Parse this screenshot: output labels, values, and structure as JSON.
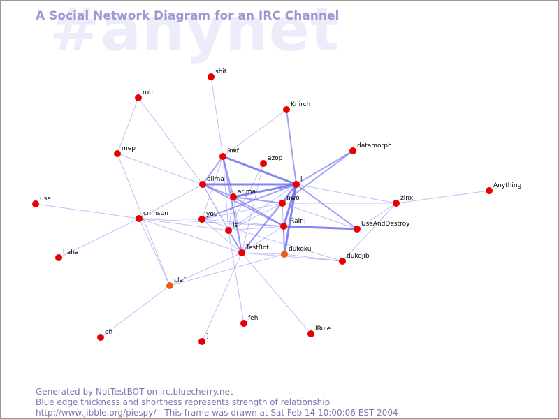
{
  "header": {
    "title": "A Social Network Diagram for an IRC Channel",
    "channel_watermark": "#anynet"
  },
  "footer": {
    "line1": "Generated by NotTestBOT on irc.bluecherry.net",
    "line2": "Blue edge thickness and shortness represents strength of relationship",
    "line3": "http://www.jibble.org/piespy/ - This frame was drawn at Sat Feb 14 10:00:06 EST 2004"
  },
  "colors": {
    "node": "#e80000",
    "node_highlight": "#f05a10",
    "edge": "#7070ee",
    "watermark": "#ececfb",
    "title": "#9a9ad0"
  },
  "nodes": [
    {
      "id": "shit",
      "label": "shit"
    },
    {
      "id": "rob",
      "label": "rob"
    },
    {
      "id": "Knirch",
      "label": "Knirch"
    },
    {
      "id": "datamorph",
      "label": "datamorph"
    },
    {
      "id": "mep",
      "label": "mep"
    },
    {
      "id": "Rwf",
      "label": "Rwf"
    },
    {
      "id": "azop",
      "label": "azop"
    },
    {
      "id": "alima",
      "label": "alima"
    },
    {
      "id": "i",
      "label": "i"
    },
    {
      "id": "Anything",
      "label": "Anything"
    },
    {
      "id": "arima",
      "label": "arima"
    },
    {
      "id": "nwo",
      "label": "nwo"
    },
    {
      "id": "use",
      "label": "use"
    },
    {
      "id": "zinx",
      "label": "zinx"
    },
    {
      "id": "crimsun",
      "label": "crimsun"
    },
    {
      "id": "you",
      "label": "you"
    },
    {
      "id": "Rain",
      "label": "|Rain|"
    },
    {
      "id": "UseAndDestroy",
      "label": "UseAndDestroy"
    },
    {
      "id": "is",
      "label": "is"
    },
    {
      "id": "TestBot",
      "label": "TestBot"
    },
    {
      "id": "dukeku",
      "label": "dukeku",
      "highlight": true
    },
    {
      "id": "haha",
      "label": "haha"
    },
    {
      "id": "dukejib",
      "label": "dukejib"
    },
    {
      "id": "clef",
      "label": "clef",
      "highlight": true
    },
    {
      "id": "feh",
      "label": "feh"
    },
    {
      "id": "IRule",
      "label": "IRule"
    },
    {
      "id": "oh",
      "label": "oh"
    },
    {
      "id": "bracket",
      "label": "]"
    }
  ],
  "edges": [
    {
      "from": "shit",
      "to": "Rwf",
      "weight": 1
    },
    {
      "from": "rob",
      "to": "mep",
      "weight": 1
    },
    {
      "from": "rob",
      "to": "alima",
      "weight": 1
    },
    {
      "from": "Knirch",
      "to": "Rwf",
      "weight": 1
    },
    {
      "from": "Knirch",
      "to": "i",
      "weight": 2
    },
    {
      "from": "datamorph",
      "to": "i",
      "weight": 2
    },
    {
      "from": "datamorph",
      "to": "nwo",
      "weight": 2
    },
    {
      "from": "mep",
      "to": "alima",
      "weight": 1
    },
    {
      "from": "mep",
      "to": "clef",
      "weight": 1
    },
    {
      "from": "Rwf",
      "to": "alima",
      "weight": 2
    },
    {
      "from": "Rwf",
      "to": "i",
      "weight": 3
    },
    {
      "from": "Rwf",
      "to": "arima",
      "weight": 2
    },
    {
      "from": "Rwf",
      "to": "TestBot",
      "weight": 2
    },
    {
      "from": "Rwf",
      "to": "is",
      "weight": 1
    },
    {
      "from": "Rwf",
      "to": "you",
      "weight": 1
    },
    {
      "from": "azop",
      "to": "is",
      "weight": 1
    },
    {
      "from": "azop",
      "to": "TestBot",
      "weight": 1
    },
    {
      "from": "alima",
      "to": "i",
      "weight": 3
    },
    {
      "from": "alima",
      "to": "arima",
      "weight": 2
    },
    {
      "from": "alima",
      "to": "Rain",
      "weight": 2
    },
    {
      "from": "alima",
      "to": "is",
      "weight": 1
    },
    {
      "from": "alima",
      "to": "crimsun",
      "weight": 1
    },
    {
      "from": "alima",
      "to": "TestBot",
      "weight": 1
    },
    {
      "from": "i",
      "to": "arima",
      "weight": 3
    },
    {
      "from": "i",
      "to": "nwo",
      "weight": 2
    },
    {
      "from": "i",
      "to": "Rain",
      "weight": 3
    },
    {
      "from": "i",
      "to": "UseAndDestroy",
      "weight": 2
    },
    {
      "from": "i",
      "to": "TestBot",
      "weight": 2
    },
    {
      "from": "i",
      "to": "you",
      "weight": 2
    },
    {
      "from": "i",
      "to": "zinx",
      "weight": 1
    },
    {
      "from": "i",
      "to": "dukeku",
      "weight": 3
    },
    {
      "from": "i",
      "to": "is",
      "weight": 1
    },
    {
      "from": "Anything",
      "to": "zinx",
      "weight": 1
    },
    {
      "from": "arima",
      "to": "nwo",
      "weight": 2
    },
    {
      "from": "arima",
      "to": "Rain",
      "weight": 2
    },
    {
      "from": "arima",
      "to": "TestBot",
      "weight": 1
    },
    {
      "from": "arima",
      "to": "is",
      "weight": 1
    },
    {
      "from": "nwo",
      "to": "you",
      "weight": 1
    },
    {
      "from": "nwo",
      "to": "is",
      "weight": 1
    },
    {
      "from": "nwo",
      "to": "TestBot",
      "weight": 1
    },
    {
      "from": "nwo",
      "to": "dukeku",
      "weight": 1
    },
    {
      "from": "nwo",
      "to": "zinx",
      "weight": 1
    },
    {
      "from": "use",
      "to": "crimsun",
      "weight": 1
    },
    {
      "from": "zinx",
      "to": "UseAndDestroy",
      "weight": 1
    },
    {
      "from": "zinx",
      "to": "dukejib",
      "weight": 1
    },
    {
      "from": "crimsun",
      "to": "you",
      "weight": 1
    },
    {
      "from": "crimsun",
      "to": "is",
      "weight": 1
    },
    {
      "from": "crimsun",
      "to": "haha",
      "weight": 1
    },
    {
      "from": "crimsun",
      "to": "clef",
      "weight": 1
    },
    {
      "from": "crimsun",
      "to": "TestBot",
      "weight": 1
    },
    {
      "from": "crimsun",
      "to": "Rain",
      "weight": 1
    },
    {
      "from": "you",
      "to": "Rain",
      "weight": 1
    },
    {
      "from": "you",
      "to": "TestBot",
      "weight": 1
    },
    {
      "from": "you",
      "to": "dukejib",
      "weight": 1
    },
    {
      "from": "Rain",
      "to": "UseAndDestroy",
      "weight": 3
    },
    {
      "from": "Rain",
      "to": "TestBot",
      "weight": 1
    },
    {
      "from": "Rain",
      "to": "dukeku",
      "weight": 2
    },
    {
      "from": "Rain",
      "to": "is",
      "weight": 1
    },
    {
      "from": "UseAndDestroy",
      "to": "nwo",
      "weight": 1
    },
    {
      "from": "is",
      "to": "TestBot",
      "weight": 2
    },
    {
      "from": "is",
      "to": "feh",
      "weight": 1
    },
    {
      "from": "TestBot",
      "to": "dukeku",
      "weight": 1
    },
    {
      "from": "TestBot",
      "to": "dukejib",
      "weight": 1
    },
    {
      "from": "TestBot",
      "to": "IRule",
      "weight": 1
    },
    {
      "from": "TestBot",
      "to": "bracket",
      "weight": 1
    },
    {
      "from": "TestBot",
      "to": "clef",
      "weight": 1
    },
    {
      "from": "dukeku",
      "to": "dukejib",
      "weight": 1
    },
    {
      "from": "clef",
      "to": "oh",
      "weight": 1
    },
    {
      "from": "clef",
      "to": "dukeku",
      "weight": 1
    }
  ]
}
